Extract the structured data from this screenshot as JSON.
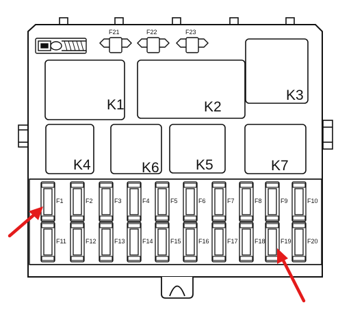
{
  "diagram": {
    "relays": [
      {
        "label": "K1"
      },
      {
        "label": "K2"
      },
      {
        "label": "K3"
      },
      {
        "label": "K4"
      },
      {
        "label": "K6"
      },
      {
        "label": "K5"
      },
      {
        "label": "K7"
      }
    ],
    "top_fuses": [
      {
        "label": "F21"
      },
      {
        "label": "F22"
      },
      {
        "label": "F23"
      }
    ],
    "fuses_row1": [
      {
        "label": "F1"
      },
      {
        "label": "F2"
      },
      {
        "label": "F3"
      },
      {
        "label": "F4"
      },
      {
        "label": "F5"
      },
      {
        "label": "F6"
      },
      {
        "label": "F7"
      },
      {
        "label": "F8"
      },
      {
        "label": "F9"
      },
      {
        "label": "F10"
      }
    ],
    "fuses_row2": [
      {
        "label": "F11"
      },
      {
        "label": "F12"
      },
      {
        "label": "F13"
      },
      {
        "label": "F14"
      },
      {
        "label": "F15"
      },
      {
        "label": "F16"
      },
      {
        "label": "F17"
      },
      {
        "label": "F18"
      },
      {
        "label": "F19"
      },
      {
        "label": "F20"
      }
    ],
    "colors": {
      "line": "#111111",
      "arrow": "#e41b1b",
      "fuse_panel": "#ffffff"
    },
    "icons": [
      "fuse-puller-icon",
      "arrow-pointer-icon"
    ]
  }
}
